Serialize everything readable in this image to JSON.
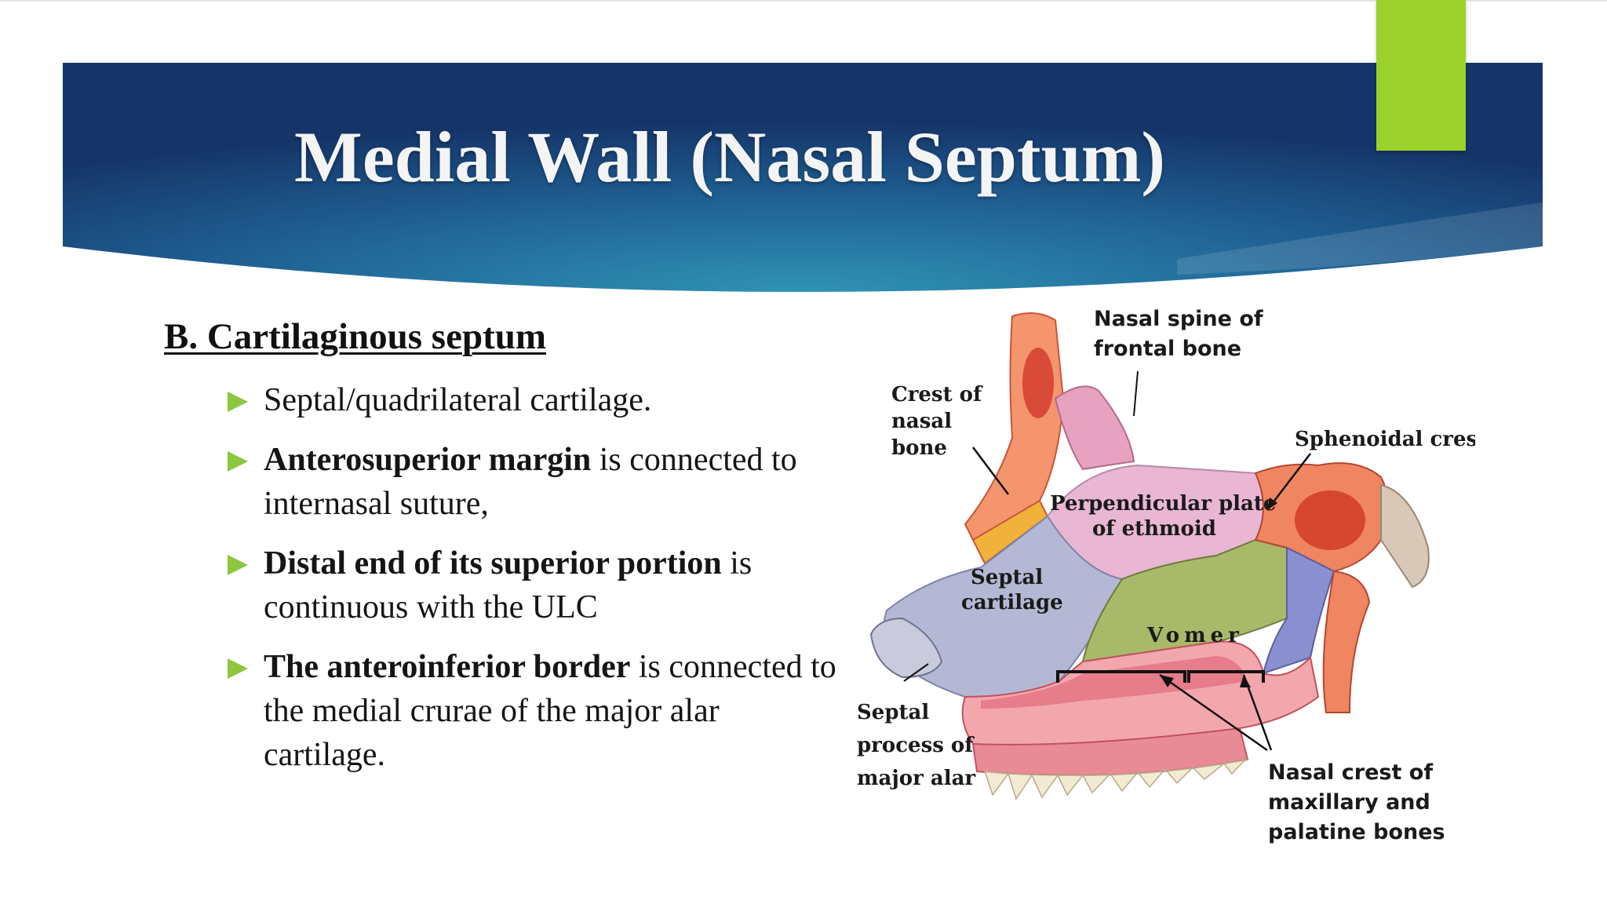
{
  "slide": {
    "title": "Medial Wall (Nasal Septum)",
    "heading": "B.  Cartilaginous septum",
    "bullets": [
      {
        "bold": "",
        "text": "Septal/quadrilateral cartilage."
      },
      {
        "bold": "Anterosuperior margin",
        "text": " is connected to internasal suture,"
      },
      {
        "bold": "Distal end of its superior portion",
        "text": " is continuous with the ULC"
      },
      {
        "bold": "The anteroinferior border",
        "text": " is connected to the medial crurae of the major alar cartilage."
      }
    ],
    "colors": {
      "header_dark": "#17386f",
      "header_light": "#2f8fb1",
      "accent": "#9bd12a",
      "bullet": "#8dc63f"
    }
  },
  "diagram": {
    "labels": {
      "nasal_spine": [
        "Nasal spine of",
        "frontal bone"
      ],
      "crest_nasal": [
        "Crest of",
        "nasal",
        "bone"
      ],
      "sphenoidal_crest": "Sphenoidal crest",
      "perpendicular_plate": [
        "Perpendicular plate",
        "of ethmoid"
      ],
      "septal_cartilage": [
        "Septal",
        "cartilage"
      ],
      "vomer": "Vomer",
      "septal_process": [
        "Septal",
        "process of",
        "major alar"
      ],
      "nasal_crest": [
        "Nasal crest of",
        "maxillary  and",
        "palatine bones"
      ]
    }
  }
}
